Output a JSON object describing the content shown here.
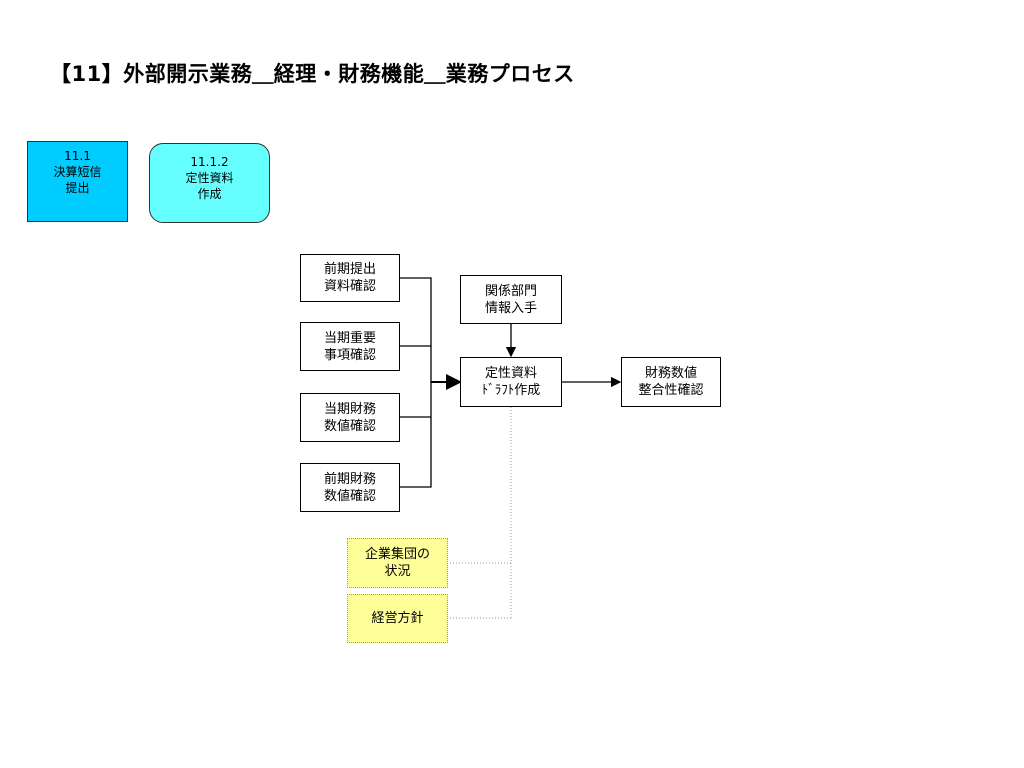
{
  "title": "【11】外部開示業務＿経理・財務機能＿業務プロセス",
  "phases": [
    {
      "label": "11.1\n決算短信\n提出"
    },
    {
      "label": "11.1.2\n定性資料\n作成"
    }
  ],
  "checks": [
    {
      "label": "前期提出\n資料確認"
    },
    {
      "label": "当期重要\n事項確認"
    },
    {
      "label": "当期財務\n数値確認"
    },
    {
      "label": "前期財務\n数値確認"
    }
  ],
  "info": {
    "label": "関係部門\n情報入手"
  },
  "draft": {
    "label": "定性資料\nﾄﾞﾗﾌﾄ作成"
  },
  "consistency": {
    "label": "財務数値\n整合性確認"
  },
  "inputs": [
    {
      "label": "企業集団の\n状況"
    },
    {
      "label": "経営方針"
    }
  ],
  "colors": {
    "phase_primary": "#00ccff",
    "phase_secondary": "#66ffff",
    "input_note": "#ffff99"
  }
}
